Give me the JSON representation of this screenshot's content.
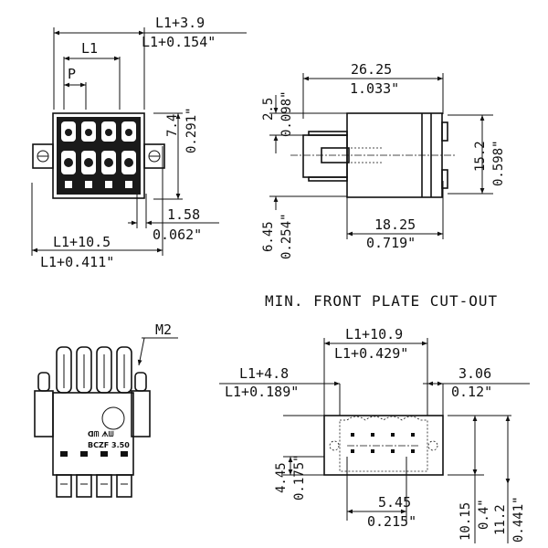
{
  "top_view": {
    "width_total": "L1+3.9",
    "width_total_in": "L1+0.154\"",
    "pitch_length": "L1",
    "pitch": "P",
    "height": "7.4",
    "height_in": "0.291\"",
    "offset": "1.58",
    "offset_in": "0.062\"",
    "flange_width": "L1+10.5",
    "flange_width_in": "L1+0.411\""
  },
  "side_view": {
    "length": "26.25",
    "length_in": "1.033\"",
    "top_offset": "2.5",
    "top_offset_in": "0.098\"",
    "height": "15.2",
    "height_in": "0.598\"",
    "bottom_offset": "6.45",
    "bottom_offset_in": "0.254\"",
    "body_length": "18.25",
    "body_length_in": "0.719\""
  },
  "front_view": {
    "screw": "M2",
    "marking_line1": "BCZF 3.50",
    "marking_line2": "ᗡᗰ ᗑᗯ"
  },
  "cutout": {
    "heading": "MIN. FRONT PLATE CUT-OUT",
    "width": "L1+10.9",
    "width_in": "L1+0.429\"",
    "left_offset": "L1+4.8",
    "left_offset_in": "L1+0.189\"",
    "right_offset": "3.06",
    "right_offset_in": "0.12\"",
    "lower_height": "4.45",
    "lower_height_in": "0.175\"",
    "lower_width": "5.45",
    "lower_width_in": "0.215\"",
    "height_a": "10.15",
    "height_a_in": "0.4\"",
    "height_b": "11.2",
    "height_b_in": "0.441\""
  }
}
